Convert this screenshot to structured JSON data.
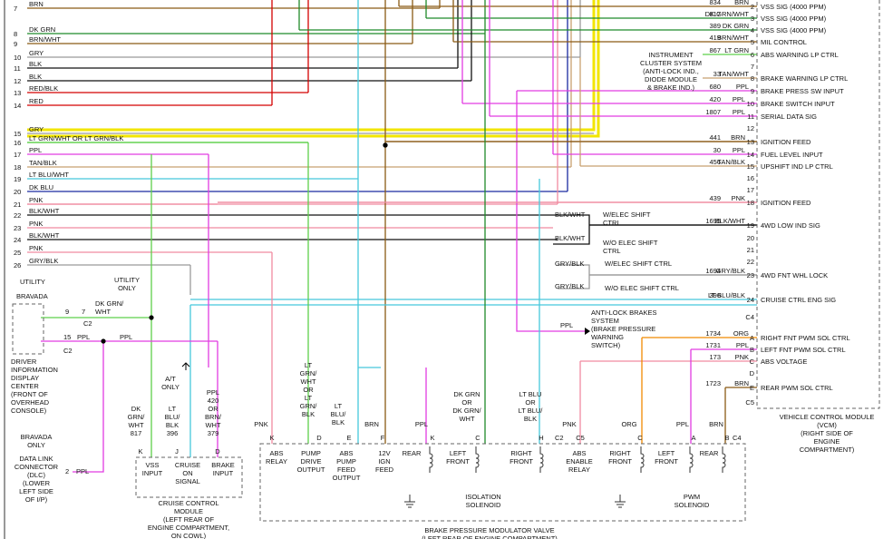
{
  "left_rows": [
    {
      "n": "7",
      "label": "BRN"
    },
    {
      "n": "8",
      "label": "DK GRN"
    },
    {
      "n": "9",
      "label": "BRN/WHT"
    },
    {
      "n": "10",
      "label": "GRY"
    },
    {
      "n": "11",
      "label": "BLK"
    },
    {
      "n": "12",
      "label": "BLK"
    },
    {
      "n": "13",
      "label": "RED/BLK"
    },
    {
      "n": "14",
      "label": "RED"
    },
    {
      "n": "15",
      "label": "GRY"
    },
    {
      "n": "16",
      "label": "LT GRN/WHT    OR LT GRN/BLK"
    },
    {
      "n": "17",
      "label": "PPL"
    },
    {
      "n": "18",
      "label": "TAN/BLK"
    },
    {
      "n": "19",
      "label": "LT BLU/WHT"
    },
    {
      "n": "20",
      "label": "DK BLU"
    },
    {
      "n": "21",
      "label": "PNK"
    },
    {
      "n": "22",
      "label": "BLK/WHT"
    },
    {
      "n": "23",
      "label": "PNK"
    },
    {
      "n": "24",
      "label": "BLK/WHT"
    },
    {
      "n": "25",
      "label": "PNK"
    },
    {
      "n": "26",
      "label": "GRY/BLK"
    }
  ],
  "vcm_pins": [
    {
      "circuit": "834",
      "wire": "BRN",
      "pin": "2",
      "func": "VSS SIG (4000 PPM)"
    },
    {
      "circuit": "817",
      "wire": "DK GRN/WHT",
      "pin": "3",
      "func": "VSS SIG (4000 PPM)"
    },
    {
      "circuit": "389",
      "wire": "DK GRN",
      "pin": "4",
      "func": "VSS SIG (4000 PPM)"
    },
    {
      "circuit": "419",
      "wire": "BRN/WHT",
      "pin": "5",
      "func": "MIL CONTROL"
    },
    {
      "circuit": "867",
      "wire": "LT GRN",
      "pin": "6",
      "func": "ABS WARNING LP CTRL"
    },
    {
      "circuit": "",
      "wire": "",
      "pin": "7",
      "func": ""
    },
    {
      "circuit": "33",
      "wire": "TAN/WHT",
      "pin": "8",
      "func": "BRAKE WARNING LP CTRL"
    },
    {
      "circuit": "680",
      "wire": "PPL",
      "pin": "9",
      "func": "BRAKE PRESS SW INPUT"
    },
    {
      "circuit": "420",
      "wire": "PPL",
      "pin": "10",
      "func": "BRAKE SWITCH INPUT"
    },
    {
      "circuit": "1807",
      "wire": "PPL",
      "pin": "11",
      "func": "SERIAL DATA SIG"
    },
    {
      "circuit": "",
      "wire": "",
      "pin": "12",
      "func": ""
    },
    {
      "circuit": "441",
      "wire": "BRN",
      "pin": "13",
      "func": "IGNITION FEED"
    },
    {
      "circuit": "30",
      "wire": "PPL",
      "pin": "14",
      "func": "FUEL LEVEL INPUT"
    },
    {
      "circuit": "456",
      "wire": "TAN/BLK",
      "pin": "15",
      "func": "UPSHIFT IND LP CTRL"
    },
    {
      "circuit": "",
      "wire": "",
      "pin": "16",
      "func": ""
    },
    {
      "circuit": "",
      "wire": "",
      "pin": "17",
      "func": ""
    },
    {
      "circuit": "439",
      "wire": "PNK",
      "pin": "18",
      "func": "IGNITION FEED"
    },
    {
      "circuit": "1695",
      "wire": "BLK/WHT",
      "pin": "19",
      "func": "4WD LOW IND SIG"
    },
    {
      "circuit": "",
      "wire": "",
      "pin": "20",
      "func": ""
    },
    {
      "circuit": "",
      "wire": "",
      "pin": "21",
      "func": ""
    },
    {
      "circuit": "",
      "wire": "",
      "pin": "22",
      "func": ""
    },
    {
      "circuit": "1694",
      "wire": "GRY/BLK",
      "pin": "23",
      "func": "4WD FNT WHL LOCK"
    },
    {
      "circuit": "396",
      "wire": "LT BLU/BLK",
      "pin": "24",
      "func": "CRUISE CTRL ENG SIG"
    },
    {
      "circuit": "",
      "wire": "",
      "pin": "C4",
      "func": ""
    },
    {
      "circuit": "1734",
      "wire": "ORG",
      "pin": "A",
      "func": "RIGHT FNT PWM SOL CTRL"
    },
    {
      "circuit": "1731",
      "wire": "PPL",
      "pin": "B",
      "func": "LEFT FNT PWM SOL CTRL"
    },
    {
      "circuit": "173",
      "wire": "PNK",
      "pin": "C",
      "func": "ABS VOLTAGE"
    },
    {
      "circuit": "",
      "wire": "",
      "pin": "D",
      "func": ""
    },
    {
      "circuit": "1723",
      "wire": "BRN",
      "pin": "E",
      "func": "REAR PWM SOL CTRL"
    },
    {
      "circuit": "",
      "wire": "",
      "pin": "C5",
      "func": ""
    }
  ],
  "instrument_cluster": "INSTRUMENT\nCLUSTER SYSTEM\n(ANTI-LOCK IND.,\nDIODE MODULE\n& BRAKE IND.)",
  "shift_notes": [
    {
      "wire": "BLK/WHT",
      "text": "W/ELEC SHIFT\nCTRL"
    },
    {
      "wire": "BLK/WHT",
      "text": "W/O ELEC SHIFT\nCTRL"
    },
    {
      "wire": "GRY/BLK",
      "text": "W/ELEC SHIFT CTRL"
    },
    {
      "wire": "GRY/BLK",
      "text": "W/O ELEC SHIFT CTRL"
    }
  ],
  "abs_note": {
    "wire": "PPL",
    "text": "ANTI-LOCK BRAKES\nSYSTEM\n(BRAKE PRESSURE\nWARNING\nSWITCH)"
  },
  "vcm_caption": "VEHICLE CONTROL MODULE\n(VCM)\n(RIGHT SIDE OF\nENGINE\nCOMPARTMENT)",
  "left_side": {
    "utility": "UTILITY",
    "bravada": "BRAVADA",
    "utility_only": "UTILITY\nONLY",
    "dk_grn_wht": "DK GRN/\nWHT",
    "pin9": "9",
    "pin7": "7",
    "c2a": "C2",
    "pin15": "15",
    "ppl_a": "PPL",
    "ppl_b": "PPL",
    "c2b": "C2",
    "dic": "DRIVER\nINFORMATION\nDISPLAY\nCENTER\n(FRONT OF\nOVERHEAD\nCONSOLE)",
    "bravada_only": "BRAVADA\nONLY",
    "dlc": "DATA LINK\nCONNECTOR\n(DLC)\n(LOWER\nLEFT SIDE\nOF I/P)",
    "dlc_pin": "2",
    "dlc_wire": "PPL",
    "at_only": "A/T\nONLY"
  },
  "cruise": {
    "wires": [
      {
        "text": "DK\nGRN/\nWHT\n817",
        "pin": "K"
      },
      {
        "text": "LT\nBLU/\nBLK\n396",
        "pin": "J"
      },
      {
        "text": "PPL\n420\nOR\nBRN/\nWHT\n379",
        "pin": "D"
      }
    ],
    "pins": [
      "VSS\nINPUT",
      "CRUISE\nON\nSIGNAL",
      "BRAKE\nINPUT"
    ],
    "caption": "CRUISE CONTROL\nMODULE\n(LEFT REAR OF\nENGINE COMPARTMENT,\nON COWL)"
  },
  "bpmv": {
    "wires": [
      {
        "text": "PNK",
        "pin": "K"
      },
      {
        "text": "LT\nGRN/\nWHT\nOR\nLT\nGRN/\nBLK",
        "pin": "D"
      },
      {
        "text": "LT\nBLU/\nBLK",
        "pin": "E"
      },
      {
        "text": "BRN",
        "pin": "F"
      },
      {
        "text": "PPL",
        "pin": "K"
      },
      {
        "text": "DK GRN\nOR\nDK GRN/\nWHT",
        "pin": "C"
      },
      {
        "text": "LT BLU\nOR\nLT BLU/\nBLK",
        "pin": "H"
      },
      {
        "text": "PNK",
        "pin": "C5"
      },
      {
        "text": "ORG",
        "pin": "C"
      },
      {
        "text": "PPL",
        "pin": "A"
      },
      {
        "text": "BRN",
        "pin": "B"
      }
    ],
    "c2": "C2",
    "c4": "C4",
    "b_pin": "B",
    "pins": [
      "ABS\nRELAY",
      "PUMP\nDRIVE\nOUTPUT",
      "ABS\nPUMP\nFEED\nOUTPUT",
      "12V\nIGN\nFEED",
      "REAR",
      "LEFT\nFRONT",
      "RIGHT\nFRONT",
      "ABS\nENABLE\nRELAY",
      "RIGHT\nFRONT",
      "LEFT\nFRONT",
      "REAR"
    ],
    "isolation": "ISOLATION\nSOLENOID",
    "pwm": "PWM\nSOLENOID",
    "caption": "BRAKE PRESSURE MODULATOR VALVE\n(LEFT REAR OF ENGINE COMPARTMENT)"
  },
  "colors": {
    "brn": "#8a5a14",
    "dkgrn": "#1f8a2a",
    "gry": "#9a9a9a",
    "blk": "#111111",
    "red": "#d40000",
    "yellow": "#f2e600",
    "ltgrn": "#5ed04a",
    "ppl": "#e23ce2",
    "tan": "#c8a070",
    "ltblu": "#46c8dc",
    "dkblu": "#1a2aa0",
    "pnk": "#f08aa0",
    "org": "#f08a00"
  }
}
